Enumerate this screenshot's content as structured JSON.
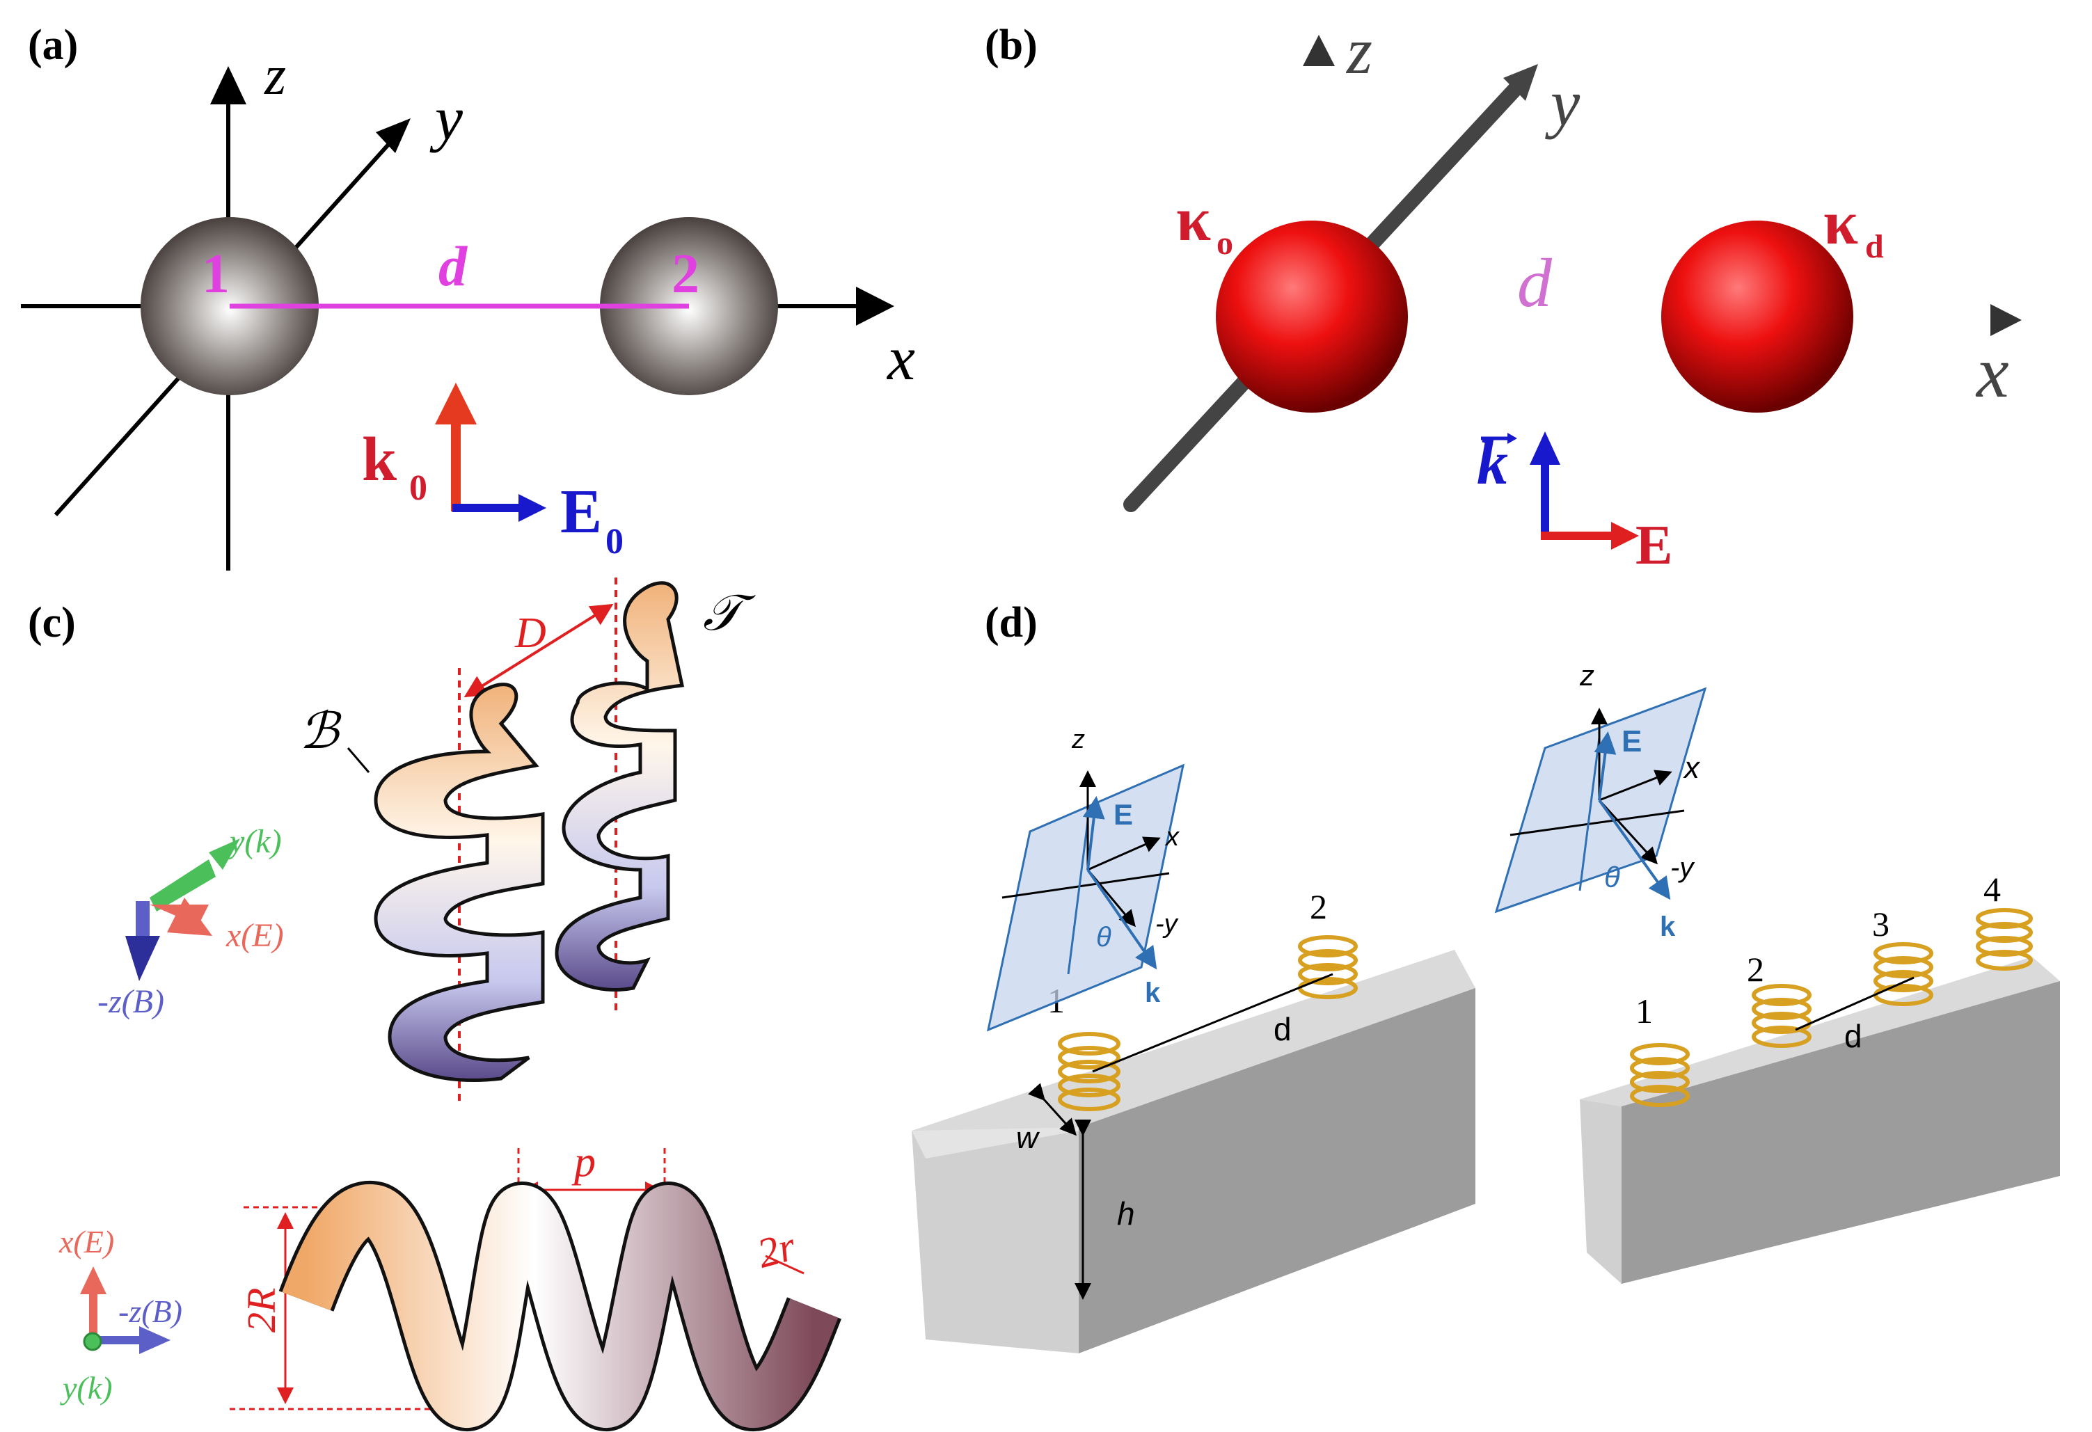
{
  "colors": {
    "magenta": "#e040e0",
    "red_label": "#d01c2c",
    "blue_label": "#1818cc",
    "dim_red": "#e02020",
    "panel_d_blue": "#2f6fb4",
    "gold": "#d8a020",
    "block_top": "#d8d8d8",
    "block_front": "#9a9a9a"
  },
  "panel_a": {
    "tag": "(a)",
    "axis_x": "x",
    "axis_y": "y",
    "axis_z": "z",
    "particle_1": "1",
    "particle_2": "2",
    "distance": "d",
    "k_main": "k",
    "k_sub": "0",
    "e_main": "E",
    "e_sub": "0"
  },
  "panel_b": {
    "tag": "(b)",
    "axis_x": "x",
    "axis_y": "y",
    "axis_z": "z",
    "kappa_left_main": "κ",
    "kappa_left_sub": "o",
    "kappa_right_main": "κ",
    "kappa_right_sub": "d",
    "distance": "d",
    "k_label": "k",
    "e_label": "E"
  },
  "panel_c": {
    "tag": "(c)",
    "label_D": "D",
    "label_T": "𝒯",
    "label_B": "ℬ",
    "triad_top_y": "y(k)",
    "triad_top_x": "x(E)",
    "triad_top_z": "-z(B)",
    "label_p": "p",
    "label_2R": "2R",
    "label_2r": "2r",
    "triad_bottom_x": "x(E)",
    "triad_bottom_z": "-z(B)",
    "triad_bottom_y": "y(k)"
  },
  "panel_d": {
    "tag": "(d)",
    "left": {
      "axis_z": "z",
      "axis_x": "x",
      "axis_neg_y": "-y",
      "field_E": "E",
      "wave_k": "k",
      "angle": "θ",
      "helix_1": "1",
      "helix_2": "2",
      "distance": "d",
      "width": "w",
      "height": "h"
    },
    "right": {
      "axis_z": "z",
      "axis_x": "x",
      "axis_neg_y": "-y",
      "field_E": "E",
      "wave_k": "k",
      "angle": "θ",
      "helix_1": "1",
      "helix_2": "2",
      "helix_3": "3",
      "helix_4": "4",
      "distance": "d"
    }
  }
}
